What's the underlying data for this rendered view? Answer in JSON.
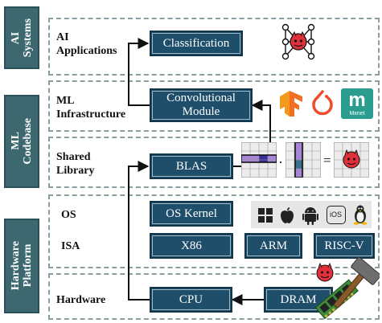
{
  "side_labels": {
    "ai_systems": "AI\nSystems",
    "ml_codebase": "ML\nCodebase",
    "hardware_platform": "Hardware\nPlatform"
  },
  "layer_labels": {
    "ai_applications": "AI\nApplications",
    "ml_infrastructure": "ML\nInfrastructure",
    "shared_library": "Shared\nLibrary",
    "os": "OS",
    "isa": "ISA",
    "hardware": "Hardware"
  },
  "boxes": {
    "classification": "Classification",
    "convolutional_module": "Convolutional\nModule",
    "blas": "BLAS",
    "os_kernel": "OS Kernel",
    "x86": "X86",
    "arm": "ARM",
    "risc_v": "RISC-V",
    "cpu": "CPU",
    "dram": "DRAM"
  },
  "matrix_ops": {
    "multiply": "·",
    "equals": "="
  },
  "framework_logos": {
    "tensorflow": "tensorflow-logo",
    "pytorch": "pytorch-logo",
    "mxnet": "mxnet-logo",
    "mxnet_caption": "Mxnet"
  },
  "os_icons": [
    "windows-icon",
    "apple-icon",
    "android-icon",
    "ios-icon",
    "linux-icon"
  ],
  "os_ios_text": "iOS",
  "colors": {
    "box_fill": "#1f4e6b",
    "side_fill": "#3d6870",
    "highlight": "#a884d8",
    "fault": "#e0303a"
  }
}
